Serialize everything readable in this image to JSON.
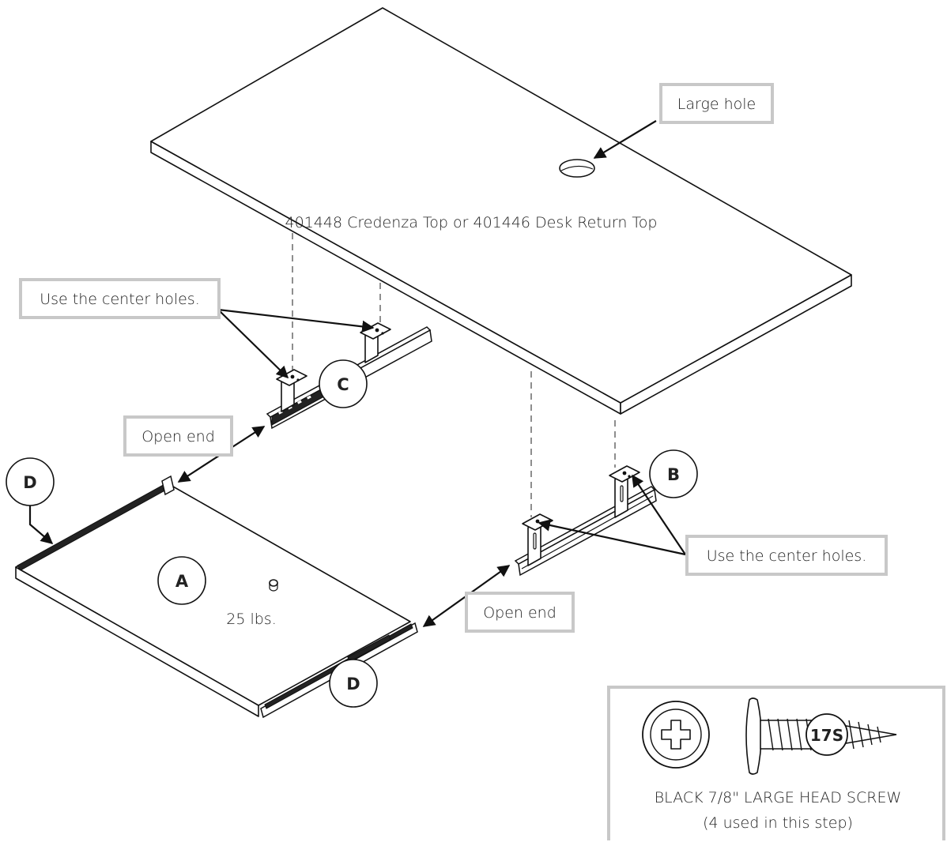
{
  "labels": {
    "large_hole": "Large hole",
    "top_name": "401448 Credenza Top or 401446 Desk Return Top",
    "center_holes_left": "Use the center holes.",
    "center_holes_right": "Use the center holes.",
    "open_end_left": "Open end",
    "open_end_right": "Open end",
    "weight": "25 lbs."
  },
  "parts": {
    "a": "A",
    "b": "B",
    "c": "C",
    "d_left": "D",
    "d_bottom": "D"
  },
  "hardware": {
    "code": "17S",
    "name": "BLACK 7/8\" LARGE HEAD SCREW",
    "qty": "(4 used in this step)"
  },
  "icons": [
    "phillips-screw-head-icon",
    "screw-side-view-icon",
    "arrow-icon"
  ]
}
